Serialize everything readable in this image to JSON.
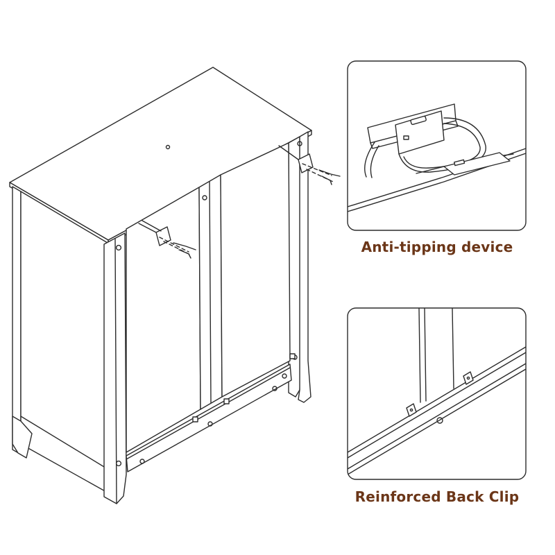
{
  "colors": {
    "caption": "#6b3618",
    "line": "#2b2b2b",
    "background": "#ffffff"
  },
  "panels": [
    {
      "name": "anti-tipping-detail",
      "caption": "Anti-tipping device"
    },
    {
      "name": "back-clip-detail",
      "caption": "Reinforced Back Clip"
    }
  ]
}
